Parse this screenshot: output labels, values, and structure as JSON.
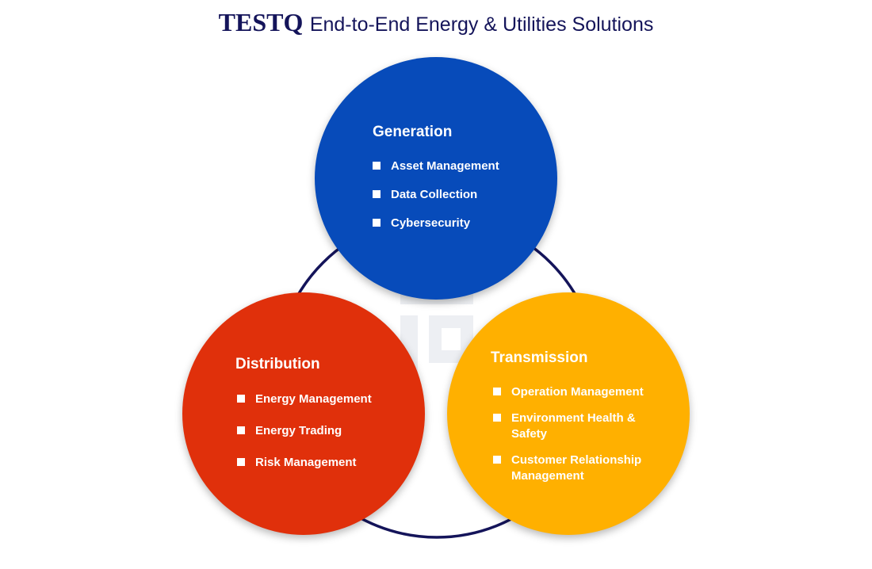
{
  "title": {
    "brand": "TESTQ",
    "text": "End-to-End Energy & Utilities Solutions"
  },
  "colors": {
    "title": "#14145a",
    "ring": "#14145a",
    "generation": "#074bba",
    "distribution": "#e0300b",
    "transmission": "#ffb000",
    "text": "#ffffff"
  },
  "circles": {
    "generation": {
      "title": "Generation",
      "items": [
        "Asset Management",
        "Data Collection",
        "Cybersecurity"
      ]
    },
    "distribution": {
      "title": "Distribution",
      "items": [
        "Energy Management",
        "Energy Trading",
        "Risk Management"
      ]
    },
    "transmission": {
      "title": "Transmission",
      "items": [
        "Operation Management",
        "Environment Health & Safety",
        "Customer Relationship Management"
      ]
    }
  }
}
